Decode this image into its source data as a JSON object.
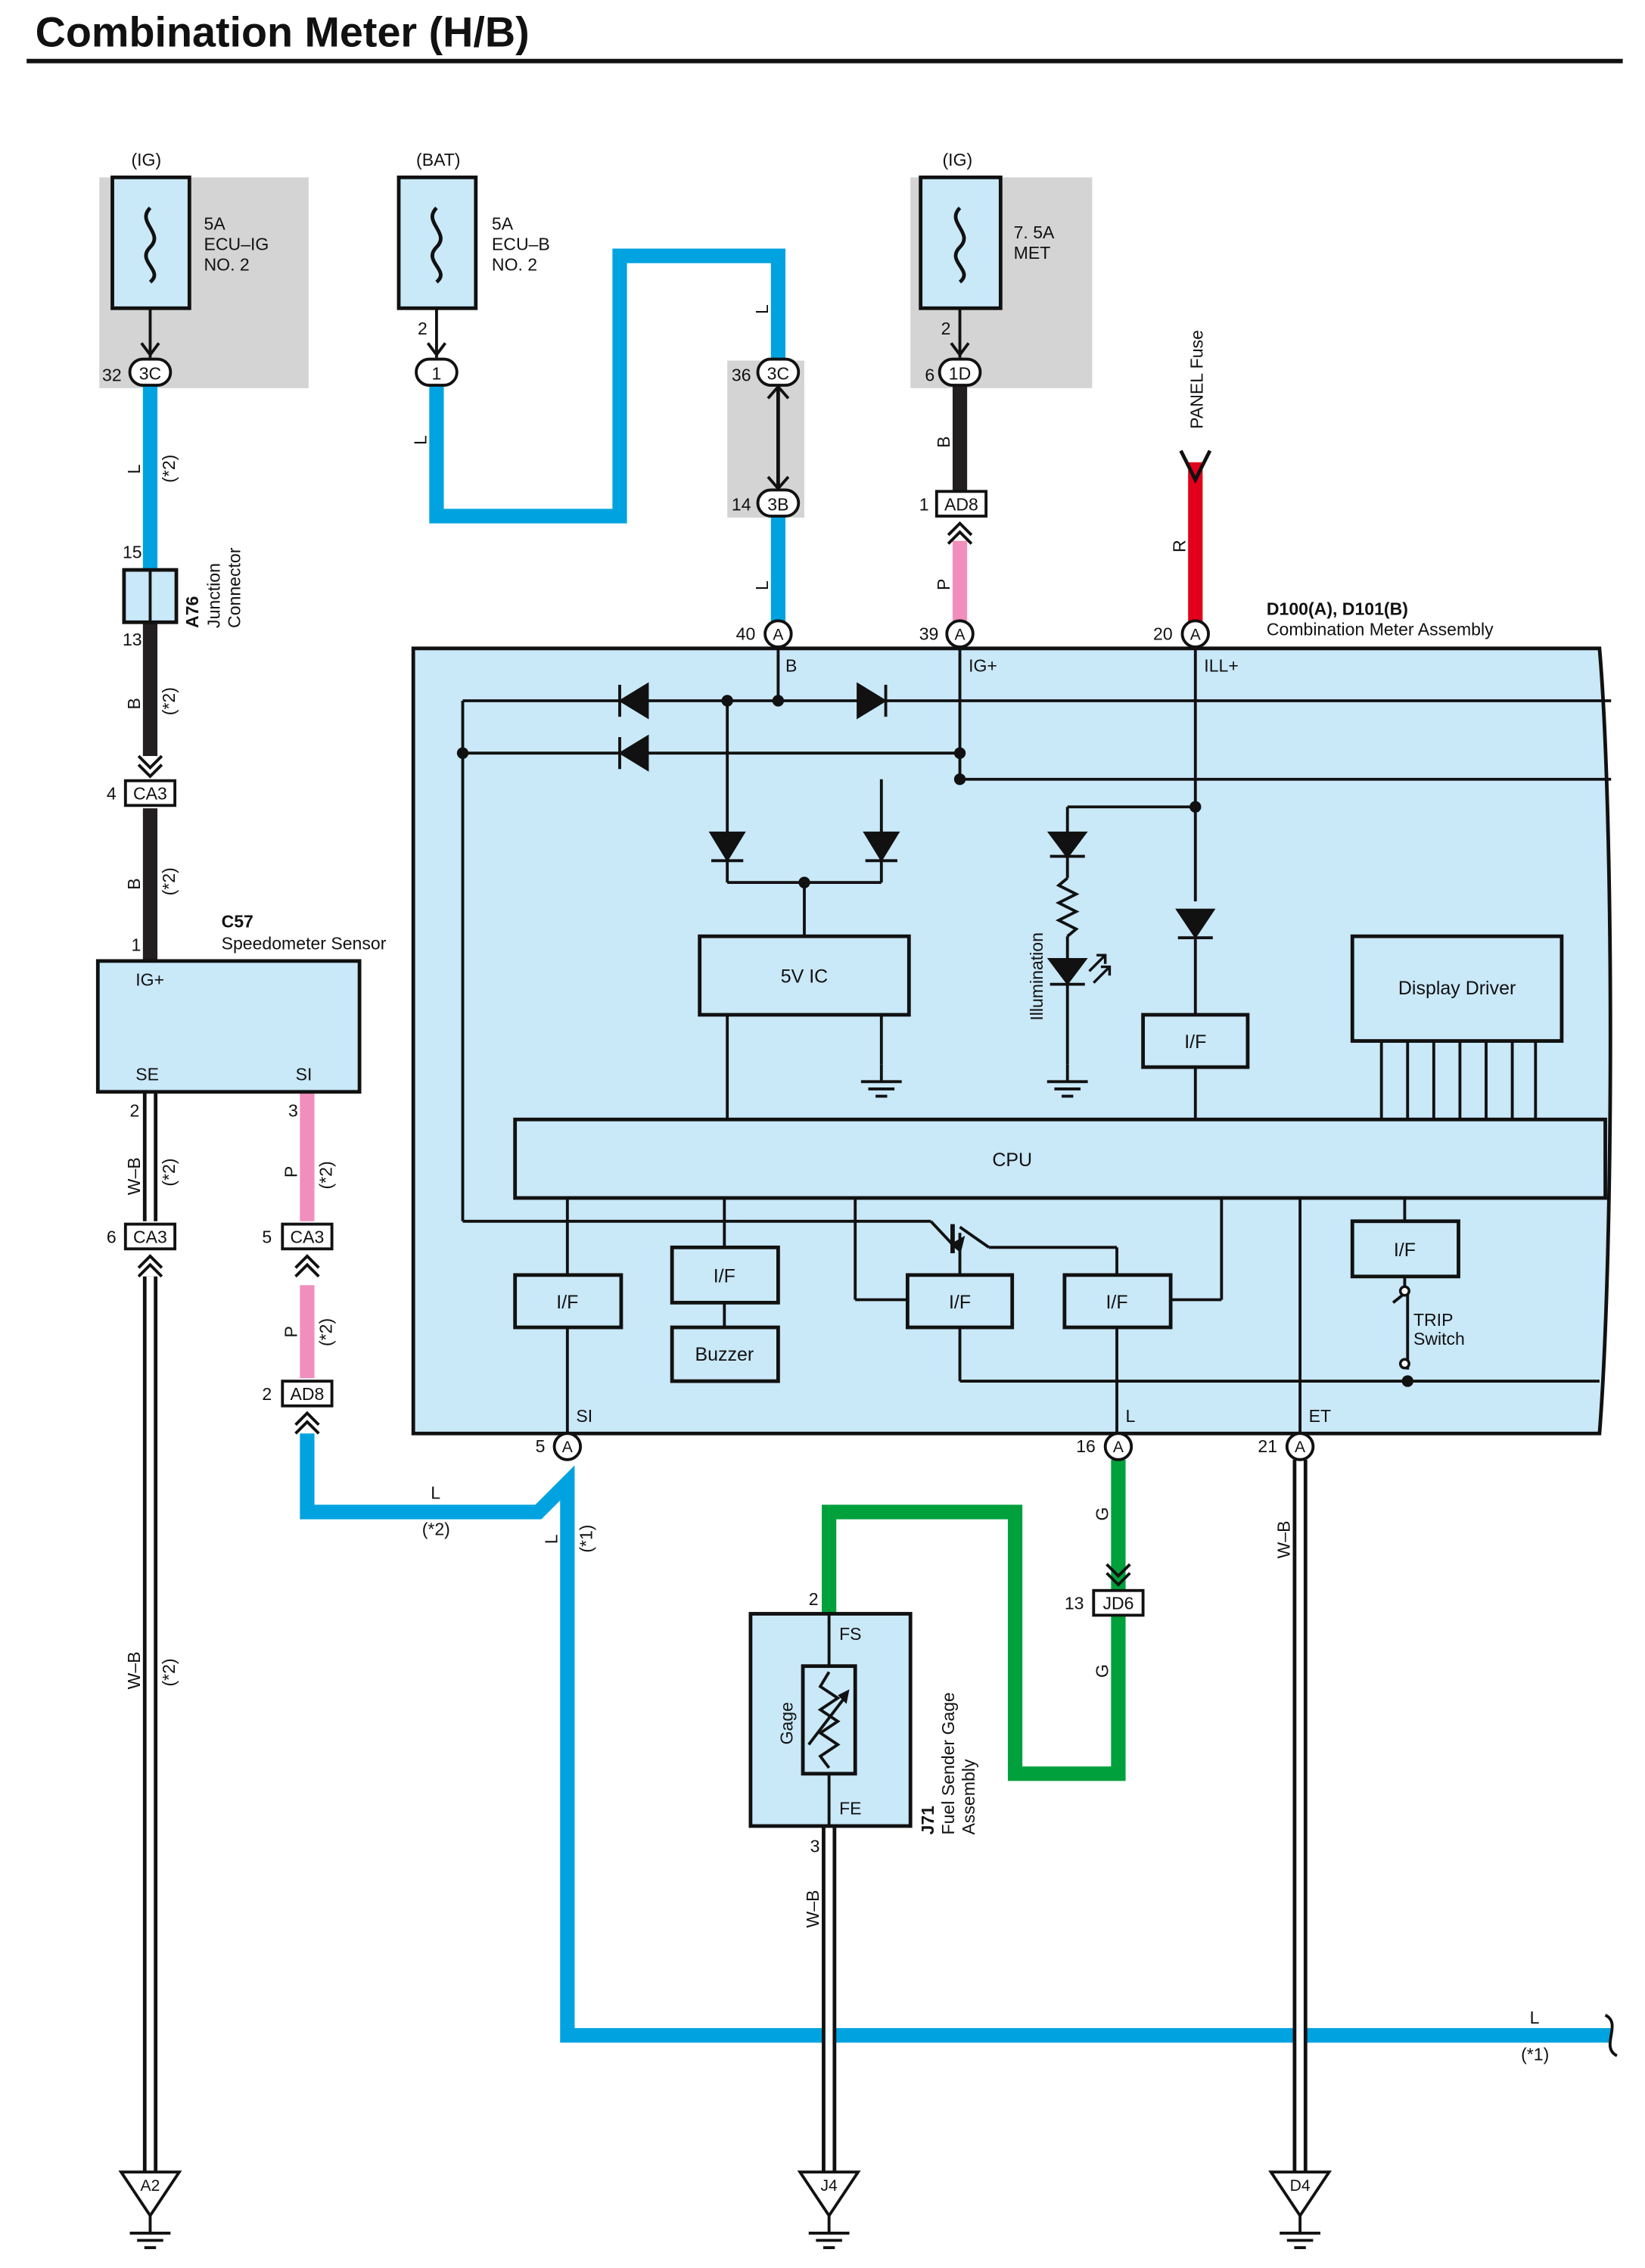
{
  "title": "Combination Meter (H/B)",
  "wire_colors": {
    "L": "#00a3e0",
    "B": "#231f20",
    "P": "#f08fbd",
    "R": "#e2001a",
    "G": "#00a03c",
    "W-B": "#ffffff"
  },
  "fuses": {
    "ecu_ig": {
      "source": "(IG)",
      "rating": "5A",
      "name1": "ECU–IG",
      "name2": "NO. 2",
      "pin": "32",
      "conn": "3C"
    },
    "ecu_b": {
      "source": "(BAT)",
      "rating": "5A",
      "name1": "ECU–B",
      "name2": "NO. 2",
      "pin_top": "2",
      "conn": "1"
    },
    "met": {
      "source": "(IG)",
      "rating": "7. 5A",
      "name1": "MET",
      "pin_top": "2",
      "pin": "6",
      "conn": "1D"
    },
    "panel": {
      "label": "PANEL Fuse"
    }
  },
  "connectors": {
    "c36": {
      "pin": "36",
      "conn": "3C"
    },
    "c14": {
      "pin": "14",
      "conn": "3B"
    },
    "ad8_top": {
      "pin": "1",
      "conn": "AD8"
    },
    "ca3_4": {
      "pin": "4",
      "conn": "CA3"
    },
    "ca3_6": {
      "pin": "6",
      "conn": "CA3"
    },
    "ca3_5": {
      "pin": "5",
      "conn": "CA3"
    },
    "ad8_2": {
      "pin": "2",
      "conn": "AD8"
    },
    "jd6": {
      "pin": "13",
      "conn": "JD6"
    }
  },
  "junction": {
    "code": "A76",
    "name1": "Junction",
    "name2": "Connector",
    "pin_top": "15",
    "pin_bot": "13"
  },
  "speedo": {
    "code": "C57",
    "name": "Speedometer Sensor",
    "pin_ig": "1",
    "ig": "IG+",
    "se": "SE",
    "si": "SI",
    "pin_se": "2",
    "pin_si": "3"
  },
  "meter": {
    "code": "D100(A), D101(B)",
    "name": "Combination Meter Assembly",
    "top_pins": [
      {
        "num": "40",
        "conn": "A",
        "label": "B"
      },
      {
        "num": "39",
        "conn": "A",
        "label": "IG+"
      },
      {
        "num": "20",
        "conn": "A",
        "label": "ILL+"
      }
    ],
    "bottom_pins": [
      {
        "num": "5",
        "conn": "A",
        "label": "SI"
      },
      {
        "num": "16",
        "conn": "A",
        "label": "L"
      },
      {
        "num": "21",
        "conn": "A",
        "label": "ET"
      }
    ],
    "ic": "5V IC",
    "illumination": "Illumination",
    "if": "I/F",
    "display_driver": "Display Driver",
    "cpu": "CPU",
    "buzzer": "Buzzer",
    "trip1": "TRIP",
    "trip2": "Switch"
  },
  "fuel": {
    "code": "J71",
    "name1": "Fuel Sender Gage",
    "name2": "Assembly",
    "gage": "Gage",
    "fs": "FS",
    "fe": "FE",
    "pin_fs": "2",
    "pin_fe": "3"
  },
  "grounds": [
    "A2",
    "J4",
    "D4"
  ],
  "wire_labels": {
    "L": "L",
    "B": "B",
    "P": "P",
    "R": "R",
    "G": "G",
    "WB": "W–B",
    "n1": "(*1)",
    "n2": "(*2)"
  }
}
